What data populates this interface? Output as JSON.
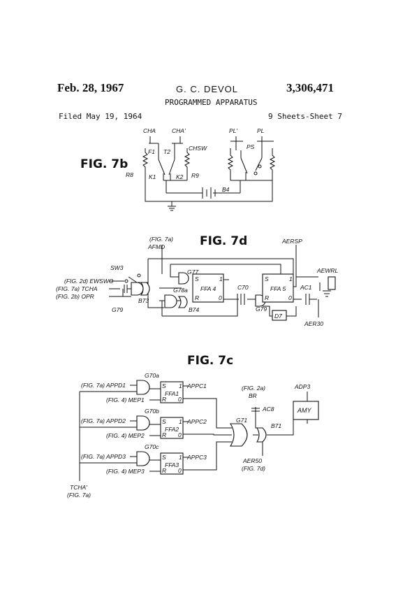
{
  "header": {
    "date": "Feb. 28, 1967",
    "inventor": "G. C. DEVOL",
    "patent_number": "3,306,471",
    "subtitle": "PROGRAMMED APPARATUS",
    "filed": "Filed May 19, 1964",
    "sheets": "9 Sheets-Sheet 7"
  },
  "fig7b": {
    "title": "FIG. 7b",
    "labels": {
      "cha": "CHA",
      "cha_p": "CHA'",
      "pl_p": "PL'",
      "pl": "PL",
      "f1": "F1",
      "t2": "T2",
      "chsw": "CHSW",
      "ps": "PS",
      "r8": "R8",
      "k1": "K1",
      "k2": "K2",
      "r9": "R9",
      "b4": "B4"
    }
  },
  "fig7d": {
    "title": "FIG. 7d",
    "labels": {
      "fig7a_top": "(FIG. 7a)",
      "afmd": "AFMD",
      "aersp": "AERSP",
      "aewrl": "AEWRL",
      "sw3": "SW3",
      "ewswo": "(FIG. 2d) EWSWO",
      "tcha": "(FIG. 7a) TCHA",
      "opr": "(FIG. 2b) OPR",
      "g79_left": "G79",
      "b73": "B73",
      "g77": "G77",
      "g78a": "G78a",
      "b74": "B74",
      "ffa4": "FFA 4",
      "s_a": "S",
      "one_a": "1",
      "r_a": "R",
      "zero_a": "0",
      "c70": "C70",
      "ffa5": "FFA 5",
      "s_b": "S",
      "one_b": "1",
      "r_b": "R",
      "zero_b": "0",
      "g79_right": "G79",
      "ac1": "AC1",
      "d7": "D7",
      "aer30": "AER30"
    }
  },
  "fig7c": {
    "title": "FIG. 7c",
    "labels": {
      "appd1": "(FIG. 7a) APPD1",
      "mep1": "(FIG. 4) MEP1",
      "appd2": "(FIG. 7a) APPD2",
      "mep2": "(FIG. 4) MEP2",
      "appd3": "(FIG. 7a) APPD3",
      "mep3": "(FIG. 4) MEP3",
      "g70a": "G70a",
      "g70b": "G70b",
      "g70c": "G70c",
      "ffa1": "FFA1",
      "ffa2": "FFA2",
      "ffa3": "FFA3",
      "s1": "S",
      "one1": "1",
      "r1": "R",
      "zero1": "0",
      "s2": "S",
      "one2": "1",
      "r2": "R",
      "zero2": "0",
      "s3": "S",
      "one3": "1",
      "r3": "R",
      "zero3": "0",
      "appc1": "APPC1",
      "appc2": "APPC2",
      "appc3": "APPC3",
      "g71": "G71",
      "b71": "B71",
      "fig2a": "(FIG. 2a)",
      "br": "BR",
      "ac8": "AC8",
      "adp3": "ADP3",
      "amy": "AMY",
      "aer50": "AER50",
      "fig7d": "(FIG. 7d)",
      "tcha_p": "TCHA'",
      "fig7a_bottom": "(FIG. 7a)"
    }
  }
}
